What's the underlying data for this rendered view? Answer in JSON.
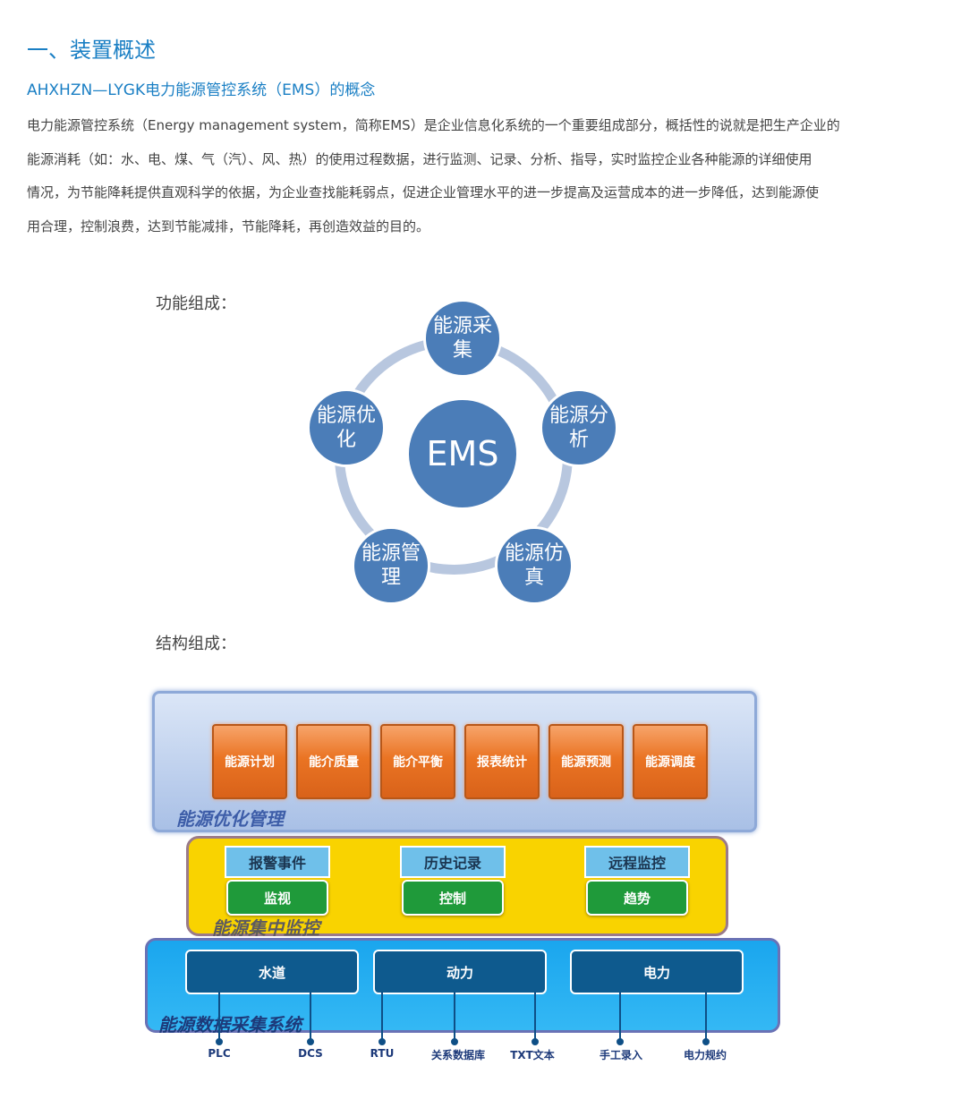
{
  "heading": "一、装置概述",
  "subheading": "AHXHZN—LYGK电力能源管控系统（EMS）的概念",
  "paragraph_lines": [
    "电力能源管控系统（Energy management system，简称EMS）是企业信息化系统的一个重要组成部分，概括性的说就是把生产企业的",
    "能源消耗（如：水、电、煤、气（汽）、风、热）的使用过程数据，进行监测、记录、分析、指导，实时监控企业各种能源的详细使用",
    "情况，为节能降耗提供直观科学的依据，为企业查找能耗弱点，促进企业管理水平的进一步提高及运营成本的进一步降低，达到能源使",
    "用合理，控制浪费，达到节能减排，节能降耗，再创造效益的目的。"
  ],
  "function_label": "功能组成：",
  "structure_label": "结构组成：",
  "ems_cycle": {
    "center": "EMS",
    "nodes": [
      "能源采集",
      "能源分析",
      "能源仿真",
      "能源管理",
      "能源优化"
    ],
    "ring_color": "#b8c7df",
    "node_color": "#4b7db8"
  },
  "structure": {
    "top_layer": {
      "title": "能源优化管理",
      "items": [
        "能源计划",
        "能介质量",
        "能介平衡",
        "报表统计",
        "能源预测",
        "能源调度"
      ]
    },
    "mid_layer": {
      "title": "能源集中监控",
      "top_items": [
        "报警事件",
        "历史记录",
        "远程监控"
      ],
      "bottom_items": [
        "监视",
        "控制",
        "趋势"
      ]
    },
    "bottom_layer": {
      "title": "能源数据采集系统",
      "items": [
        "水道",
        "动力",
        "电力"
      ]
    },
    "sources": [
      "PLC",
      "DCS",
      "RTU",
      "关系数据库",
      "TXT文本",
      "手工录入",
      "电力规约"
    ]
  },
  "colors": {
    "accent_blue": "#1a7fc4",
    "orange": "#ea7423",
    "yellow": "#f9d300",
    "cyan": "#1aa6ee",
    "green": "#1f9a3a",
    "navy": "#0e5a8e"
  }
}
